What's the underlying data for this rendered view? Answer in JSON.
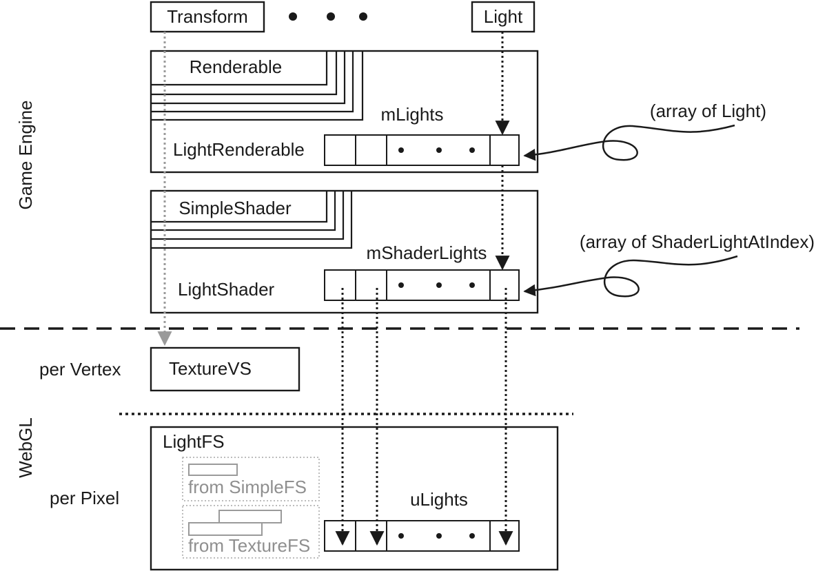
{
  "components": {
    "transform": "Transform",
    "light": "Light",
    "renderable": "Renderable",
    "light_renderable": "LightRenderable",
    "m_lights": "mLights",
    "array_of_light": "(array  of Light)",
    "simple_shader": "SimpleShader",
    "light_shader": "LightShader",
    "m_shader_lights": "mShaderLights",
    "array_of_shader_light": "(array  of ShaderLightAtIndex)",
    "texture_vs": "TextureVS",
    "light_fs": "LightFS",
    "from_simple_fs": "from SimpleFS",
    "from_texture_fs": "from TextureFS",
    "u_lights": "uLights"
  },
  "layers": {
    "game_engine": "Game Engine",
    "webgl": "WebGL",
    "per_vertex": "per Vertex",
    "per_pixel": "per Pixel"
  },
  "colors": {
    "ink": "#1a1a1a",
    "gray": "#8f8f8f"
  }
}
